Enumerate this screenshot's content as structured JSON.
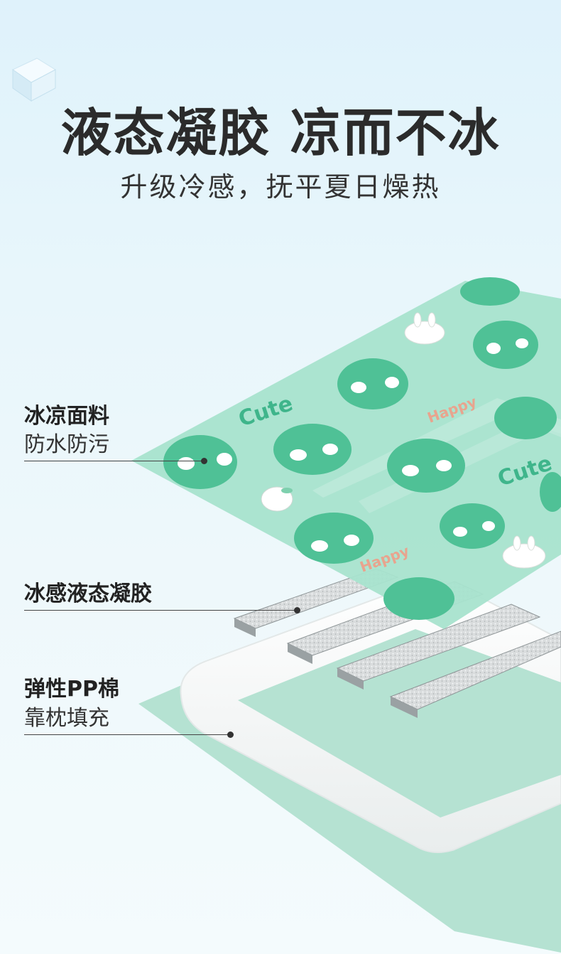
{
  "header": {
    "title": "液态凝胶  凉而不冰",
    "subtitle": "升级冷感，抚平夏日燥热"
  },
  "pattern": {
    "word_cute": "Cute",
    "word_happy": "Happy"
  },
  "layers": [
    {
      "name": "冰凉面料",
      "desc": "防水防污"
    },
    {
      "name": "冰感液态凝胶",
      "desc": ""
    },
    {
      "name": "弹性PP棉",
      "desc": "靠枕填充"
    }
  ],
  "colors": {
    "mint": "#a8e3cd",
    "dino": "#4fc196",
    "base": "#b5e2d2",
    "text": "#2b2b2b"
  }
}
